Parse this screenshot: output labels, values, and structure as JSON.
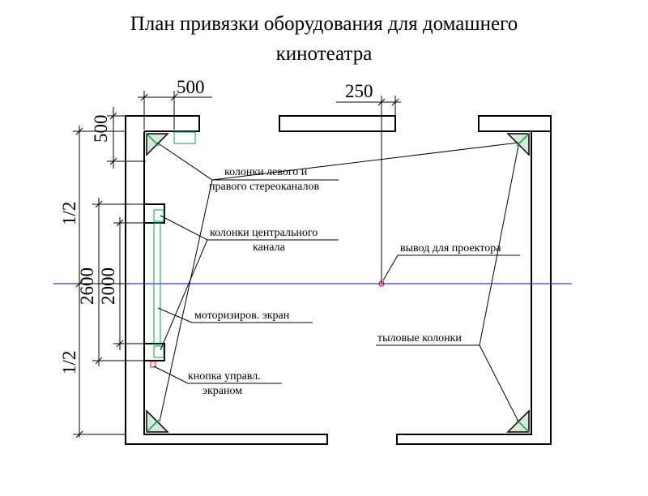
{
  "title": {
    "line1": "План привязки оборудования для домашнего",
    "line2": "кинотеатра"
  },
  "dimensions": {
    "d500_horizontal": "500",
    "d250": "250",
    "d500_vertical": "500",
    "half_top": "1/2",
    "half_bottom": "1/2",
    "d2600": "2600",
    "d2000": "2000"
  },
  "labels": {
    "front_speakers_line1": "колонки левого и",
    "front_speakers_line2": "правого стереоканалов",
    "center_line1": "колонки центрального",
    "center_line2": "канала",
    "projector": "вывод для проектора",
    "screen": "моторизиров. экран",
    "rear": "тыловые колонки",
    "button_line1": "кнопка управл.",
    "button_line2": "экраном"
  },
  "colors": {
    "wall": "#000000",
    "axis": "#0000ff",
    "speaker": "#00a050",
    "marker": "#ff0000"
  }
}
